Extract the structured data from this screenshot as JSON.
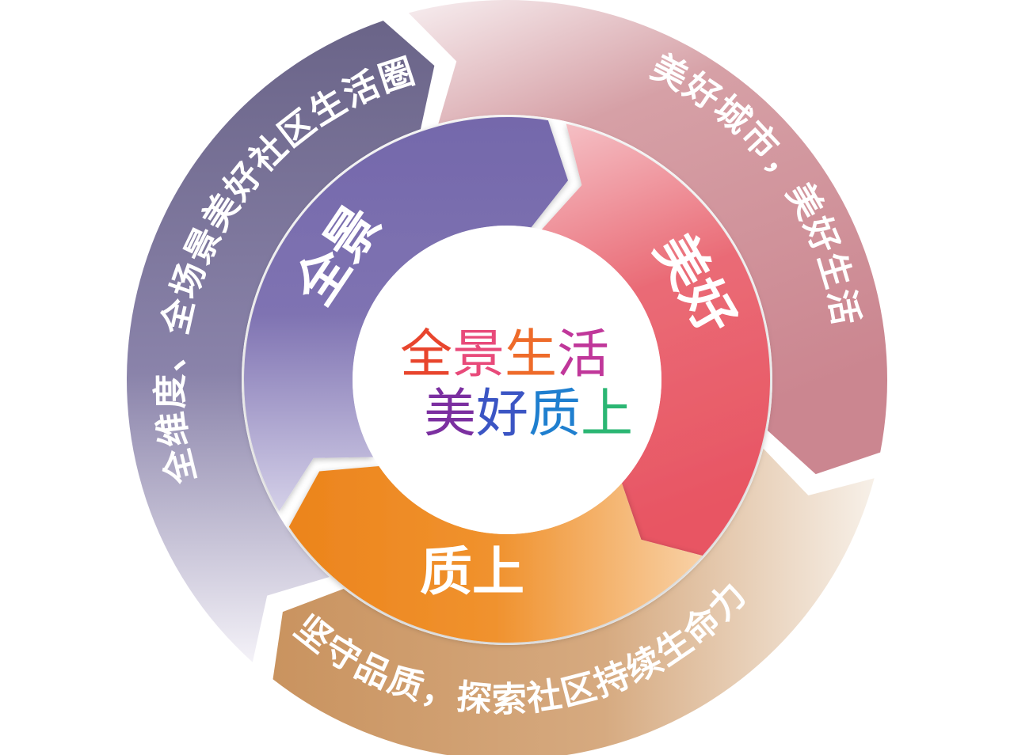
{
  "diagram": {
    "center": {
      "line1": [
        "全",
        "景",
        "生",
        "活"
      ],
      "line2": [
        "美",
        "好",
        "质",
        "上"
      ]
    },
    "inner_segments": [
      {
        "id": "quanjing",
        "label": "全景",
        "color": "#7a6fae"
      },
      {
        "id": "meihao",
        "label": "美好",
        "color": "#e85a68"
      },
      {
        "id": "zhishang",
        "label": "质上",
        "color": "#ee8a22"
      }
    ],
    "outer_segments": [
      {
        "id": "quanjing",
        "text": "全维度、全场景美好社区生活圈",
        "color": "#6c6488"
      },
      {
        "id": "meihao",
        "text": "美好城市，美好生活",
        "color": "#cd8d94"
      },
      {
        "id": "zhishang",
        "text": "坚守品质，探索社区持续生命力",
        "color": "#c99561"
      }
    ],
    "center_colors": {
      "line1": [
        "#e8452d",
        "#e84a7a",
        "#ee6b2a",
        "#c0379a"
      ],
      "line2": [
        "#7b2fa0",
        "#3b55c4",
        "#1f7fcf",
        "#2bb673"
      ]
    }
  }
}
